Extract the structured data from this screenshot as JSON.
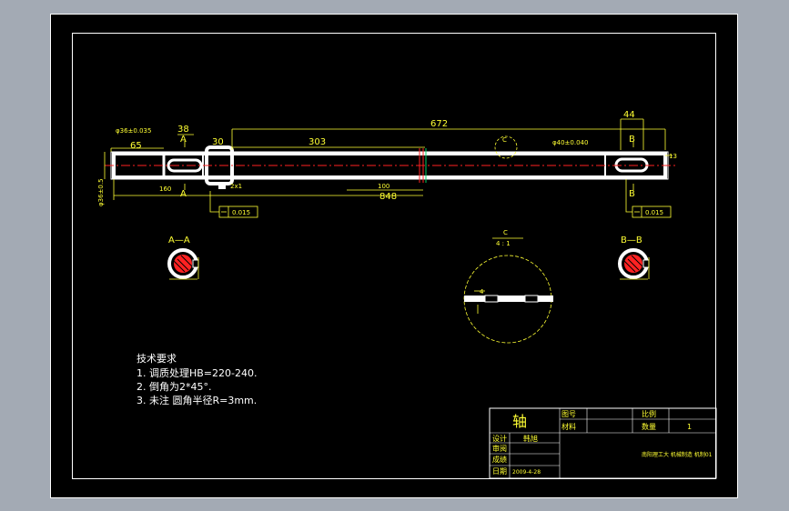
{
  "drawing": {
    "dimensions": {
      "total_length": "672",
      "len_303": "303",
      "len_65": "65",
      "len_38": "38",
      "len_30": "30",
      "len_44": "44",
      "len_13": "13",
      "len_100": "100",
      "len_848": "848",
      "chamfer": "2x1",
      "dia_left": "φ36±0.035",
      "dia_right": "φ40±0.040",
      "dia_vert": "φ36±0.5",
      "r_label": "160",
      "tol_left": "0.015",
      "tol_right": "0.015"
    },
    "sections": {
      "aa": "A—A",
      "bb": "B—B",
      "a": "A",
      "b": "B",
      "c_label": "C",
      "c_scale": "4 : 1",
      "c_4": "4"
    },
    "notes": {
      "title": "技术要求",
      "line1": "1. 调质处理HB=220-240.",
      "line2": "2. 倒角为2*45°.",
      "line3": "3. 未注 圆角半径R=3mm."
    },
    "title_block": {
      "part_name": "轴",
      "drawing_no_label": "图号",
      "material_label": "材料",
      "scale_label": "比例",
      "quantity_label": "数量",
      "quantity_value": "1",
      "design_label": "设计",
      "designer": "韩旭",
      "review_label": "审阅",
      "check_label": "成绩",
      "date_label": "日期",
      "date_value": "2009-4-28",
      "school": "南阳理工大  机械制造 机制01"
    },
    "colors": {
      "background": "#000000",
      "outline": "#ffffff",
      "dimension": "#ffff33",
      "centerline": "#ff2222"
    }
  }
}
